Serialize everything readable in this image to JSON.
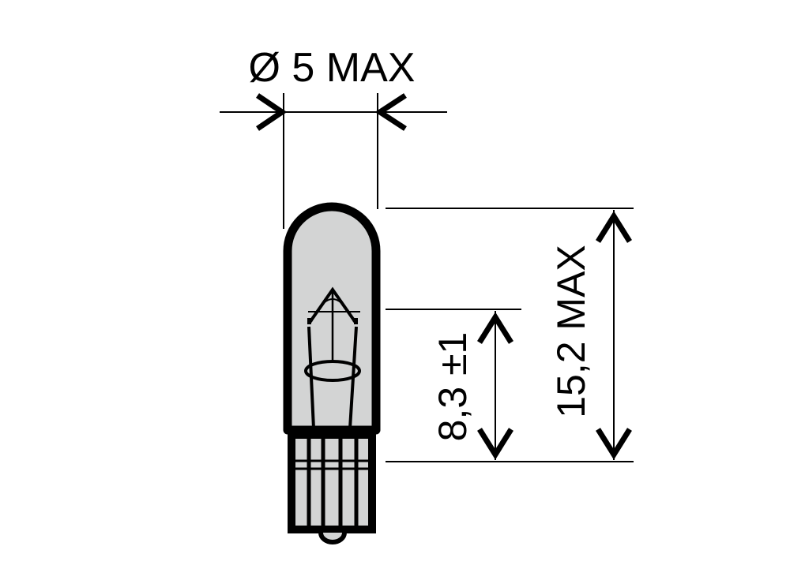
{
  "diagram": {
    "subject": "Wedge base miniature bulb (T5 / W2x4.6d) dimensional drawing",
    "colors": {
      "outline": "#000000",
      "glass_fill": "#d3d4d4",
      "background": "#ffffff"
    },
    "dimensions": {
      "diameter": {
        "label": "Ø 5 MAX"
      },
      "light_center_length": {
        "label": "8,3 ±1"
      },
      "overall_length": {
        "label": "15,2 MAX"
      }
    }
  }
}
